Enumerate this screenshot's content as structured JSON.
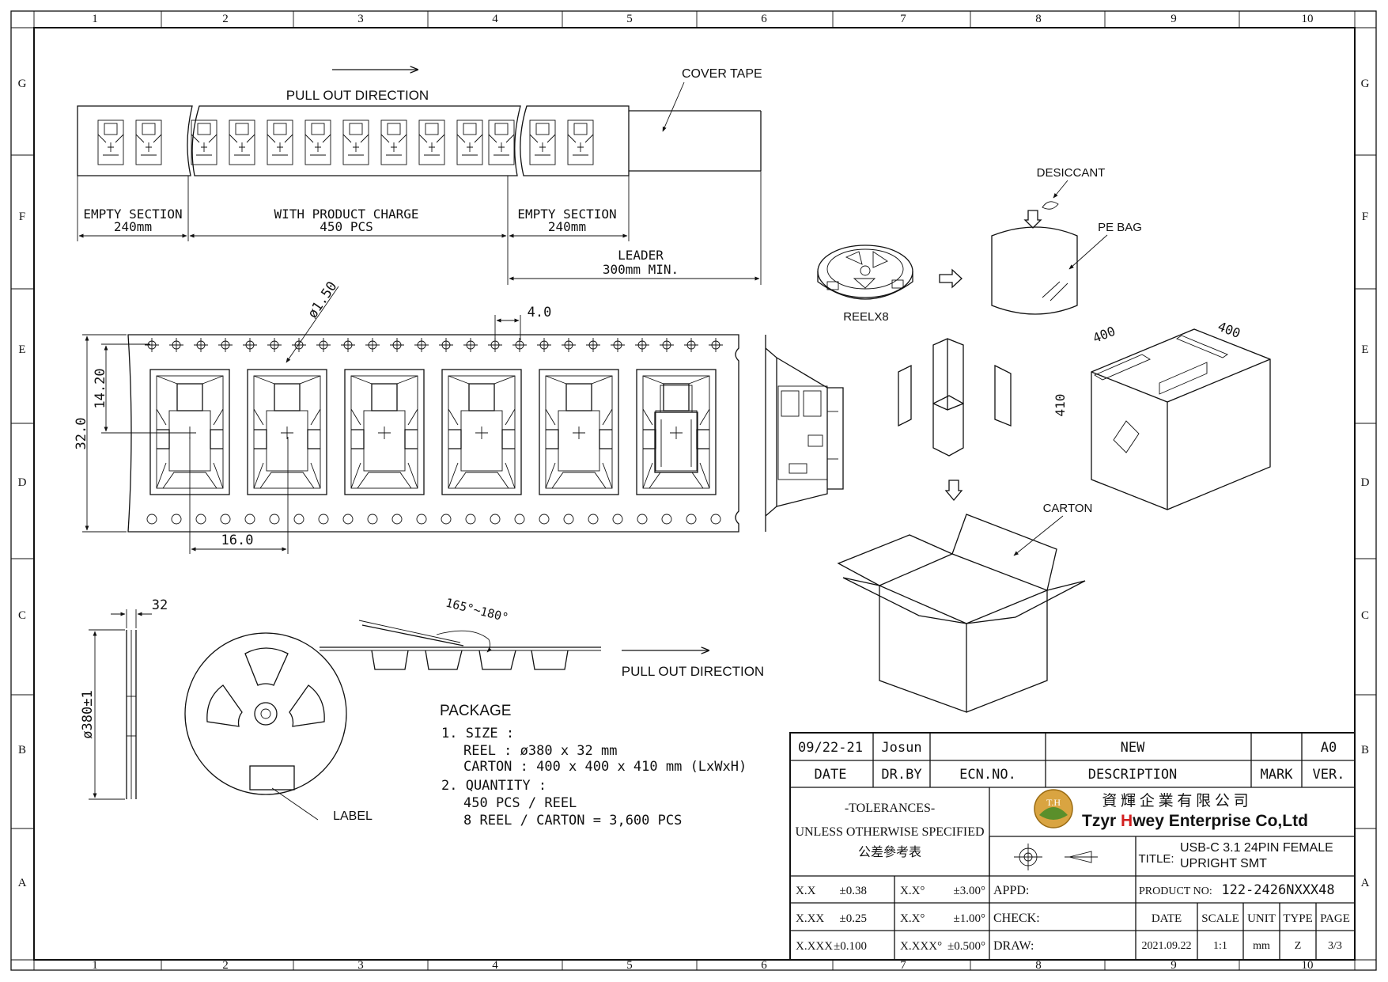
{
  "sheet": {
    "columns": [
      "1",
      "2",
      "3",
      "4",
      "5",
      "6",
      "7",
      "8",
      "9",
      "10"
    ],
    "rows": [
      "G",
      "F",
      "E",
      "D",
      "C",
      "B",
      "A"
    ]
  },
  "tape": {
    "cover_tape": "COVER TAPE",
    "pull_out_top": "PULL OUT DIRECTION",
    "empty_section_left": "EMPTY SECTION",
    "empty_section_left_len": "240mm",
    "product_charge": "WITH PRODUCT CHARGE",
    "product_charge_qty": "450 PCS",
    "empty_section_right": "EMPTY SECTION",
    "empty_section_right_len": "240mm",
    "leader": "LEADER",
    "leader_len": "300mm MIN."
  },
  "carrier": {
    "hole_dia": "ø1.50",
    "pitch_holes": "4.0",
    "dim_1420": "14.20",
    "dim_320": "32.0",
    "dim_160": "16.0"
  },
  "packing": {
    "desiccant": "DESICCANT",
    "pe_bag": "PE BAG",
    "reel_x8": "REELX8",
    "carton": "CARTON",
    "box_dim_a": "400",
    "box_dim_b": "400",
    "box_dim_h": "410"
  },
  "reel": {
    "width": "32",
    "diameter": "ø380±1",
    "angle": "165°~180°",
    "pull_out_bottom": "PULL OUT DIRECTION",
    "label": "LABEL"
  },
  "package": {
    "heading": "PACKAGE",
    "l1": "1. SIZE :",
    "l2": "REEL : ø380 x 32 mm",
    "l3": "CARTON : 400 x 400 x 410 mm (LxWxH)",
    "l4": "2. QUANTITY :",
    "l5": "450 PCS / REEL",
    "l6": "8 REEL / CARTON = 3,600 PCS"
  },
  "title_block": {
    "rev_date": "09/22-21",
    "rev_by": "Josun",
    "rev_desc": "NEW",
    "rev_ver": "A0",
    "h_date": "DATE",
    "h_drby": "DR.BY",
    "h_ecn": "ECN.NO.",
    "h_desc": "DESCRIPTION",
    "h_mark": "MARK",
    "h_ver": "VER.",
    "tol_title": "-TOLERANCES-",
    "tol_sub": "UNLESS OTHERWISE SPECIFIED",
    "tol_cn": "公差參考表",
    "company_cn": "資 輝 企 業 有 限 公 司",
    "company_en_1": "Tzyr ",
    "company_en_2": "H",
    "company_en_3": "wey Enterprise Co,Ltd",
    "logo_text": "T.H",
    "title_label": "TITLE:",
    "title_1": "USB-C 3.1 24PIN FEMALE",
    "title_2": "UPRIGHT SMT",
    "tol": [
      {
        "a": "X.X",
        "b": "±0.38",
        "c": "X.X°",
        "d": "±3.00°"
      },
      {
        "a": "X.XX",
        "b": "±0.25",
        "c": "X.X°",
        "d": "±1.00°"
      },
      {
        "a": "X.XXX",
        "b": "±0.100",
        "c": "X.XXX°",
        "d": "±0.500°"
      }
    ],
    "appd": "APPD:",
    "check": "CHECK:",
    "draw": "DRAW:",
    "product_no_label": "PRODUCT NO:",
    "product_no": "122-2426NXXX48",
    "h_date2": "DATE",
    "h_scale": "SCALE",
    "h_unit": "UNIT",
    "h_type": "TYPE",
    "h_page": "PAGE",
    "date2": "2021.09.22",
    "scale": "1:1",
    "unit": "mm",
    "type": "Z",
    "page": "3/3"
  }
}
